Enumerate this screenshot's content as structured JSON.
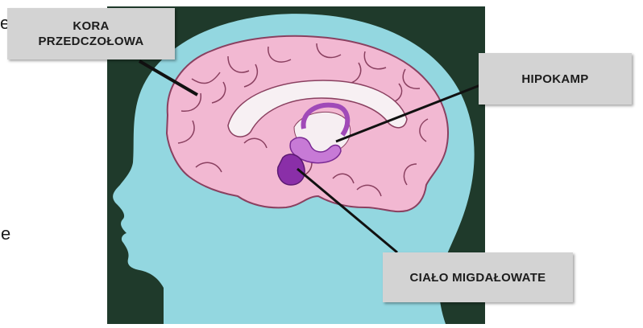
{
  "edge_text": {
    "top_left": "e",
    "bottom_left": "e"
  },
  "labels": {
    "kora_line1": "KORA",
    "kora_line2": "PRZEDCZOŁOWA",
    "hipokamp": "HIPOKAMP",
    "cialo": "CIAŁO MIGDAŁOWATE"
  },
  "colors": {
    "background": "#1f3a2b",
    "head": "#93d7e0",
    "brain": "#f2b8d2",
    "brain_outline": "#8a4060",
    "corpus": "#f7f0f3",
    "limbic": "#a04ab8",
    "amygdala": "#8a2fa8",
    "label_box": "#d3d3d3",
    "pointer": "#111111"
  }
}
